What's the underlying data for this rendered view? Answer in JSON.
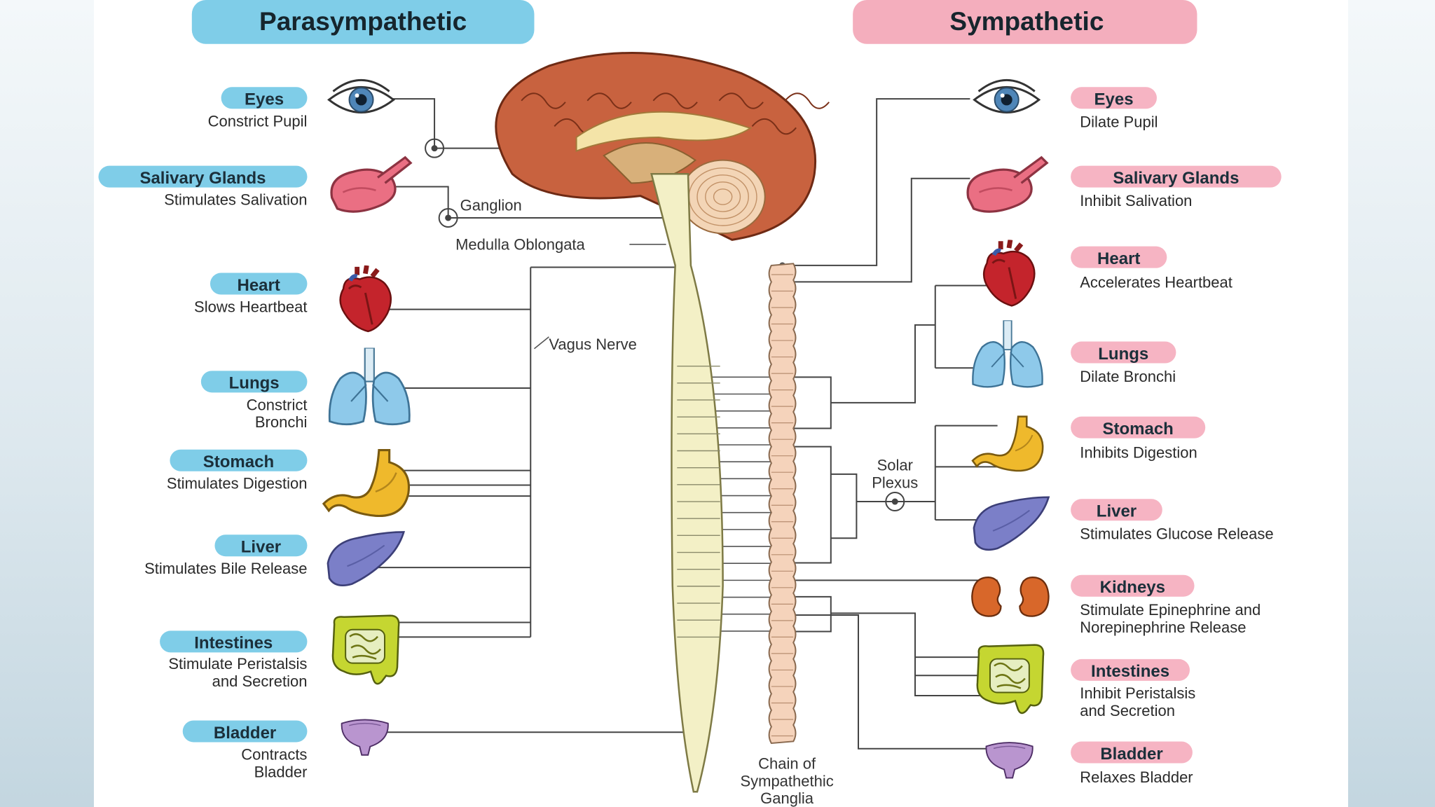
{
  "headers": {
    "parasympathetic": "Parasympathetic",
    "sympathetic": "Sympathetic"
  },
  "colors": {
    "para_pill": "#7fcde8",
    "symp_pill": "#f6b4c3",
    "header_para": "#7fcde8",
    "header_symp": "#f4aebd",
    "spinal_cord": "#f3f0c6",
    "ganglia_chain": "#f5d3bb",
    "brain": "#c8623f",
    "heart": "#c4242c",
    "lungs": "#8ec9ea",
    "stomach": "#efb92c",
    "liver": "#7b7fc8",
    "intestines": "#c5d631",
    "bladder": "#b995cf",
    "kidneys": "#d8672a",
    "salivary": "#ea6f83"
  },
  "parasympathetic": [
    {
      "organ": "Eyes",
      "effect": [
        "Constrict Pupil"
      ],
      "icon": "eye-icon"
    },
    {
      "organ": "Salivary Glands",
      "effect": [
        "Stimulates Salivation"
      ],
      "icon": "salivary-gland-icon"
    },
    {
      "organ": "Heart",
      "effect": [
        "Slows Heartbeat"
      ],
      "icon": "heart-icon"
    },
    {
      "organ": "Lungs",
      "effect": [
        "Constrict",
        "Bronchi"
      ],
      "icon": "lungs-icon"
    },
    {
      "organ": "Stomach",
      "effect": [
        "Stimulates Digestion"
      ],
      "icon": "stomach-icon"
    },
    {
      "organ": "Liver",
      "effect": [
        "Stimulates Bile Release"
      ],
      "icon": "liver-icon"
    },
    {
      "organ": "Intestines",
      "effect": [
        "Stimulate Peristalsis",
        "and Secretion"
      ],
      "icon": "intestines-icon"
    },
    {
      "organ": "Bladder",
      "effect": [
        "Contracts",
        "Bladder"
      ],
      "icon": "bladder-icon"
    }
  ],
  "sympathetic": [
    {
      "organ": "Eyes",
      "effect": [
        "Dilate Pupil"
      ],
      "icon": "eye-icon"
    },
    {
      "organ": "Salivary Glands",
      "effect": [
        "Inhibit Salivation"
      ],
      "icon": "salivary-gland-icon"
    },
    {
      "organ": "Heart",
      "effect": [
        "Accelerates Heartbeat"
      ],
      "icon": "heart-icon"
    },
    {
      "organ": "Lungs",
      "effect": [
        "Dilate Bronchi"
      ],
      "icon": "lungs-icon"
    },
    {
      "organ": "Stomach",
      "effect": [
        "Inhibits Digestion"
      ],
      "icon": "stomach-icon"
    },
    {
      "organ": "Liver",
      "effect": [
        "Stimulates Glucose Release"
      ],
      "icon": "liver-icon"
    },
    {
      "organ": "Kidneys",
      "effect": [
        "Stimulate Epinephrine and",
        "Norepinephrine Release"
      ],
      "icon": "kidneys-icon"
    },
    {
      "organ": "Intestines",
      "effect": [
        "Inhibit Peristalsis",
        "and Secretion"
      ],
      "icon": "intestines-icon"
    },
    {
      "organ": "Bladder",
      "effect": [
        "Relaxes Bladder"
      ],
      "icon": "bladder-icon"
    }
  ],
  "center_labels": {
    "ganglion": "Ganglion",
    "medulla": "Medulla Oblongata",
    "vagus": "Vagus Nerve",
    "solar_plexus": [
      "Solar",
      "Plexus"
    ],
    "chain": [
      "Chain of",
      "Sympathethic",
      "Ganglia"
    ]
  }
}
